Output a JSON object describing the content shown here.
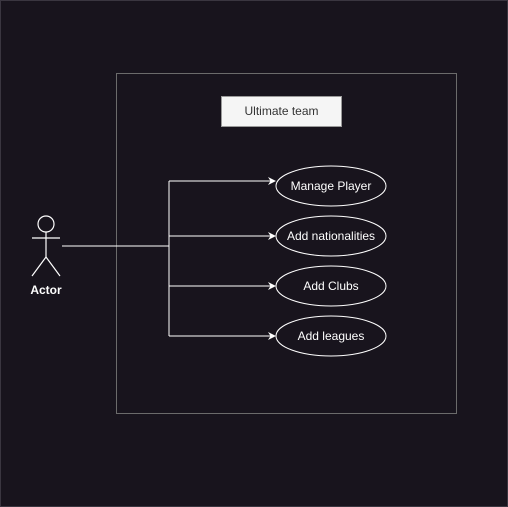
{
  "diagram": {
    "system": {
      "title": "Ultimate team"
    },
    "actor": {
      "label": "Actor"
    },
    "use_cases": [
      {
        "label": "Manage Player"
      },
      {
        "label": "Add nationalities"
      },
      {
        "label": "Add Clubs"
      },
      {
        "label": "Add leagues"
      }
    ],
    "colors": {
      "background": "#18141d",
      "stroke": "#ffffff",
      "system_border": "#6b6b6b",
      "title_fill": "#f5f5f5",
      "title_text": "#333333"
    }
  }
}
